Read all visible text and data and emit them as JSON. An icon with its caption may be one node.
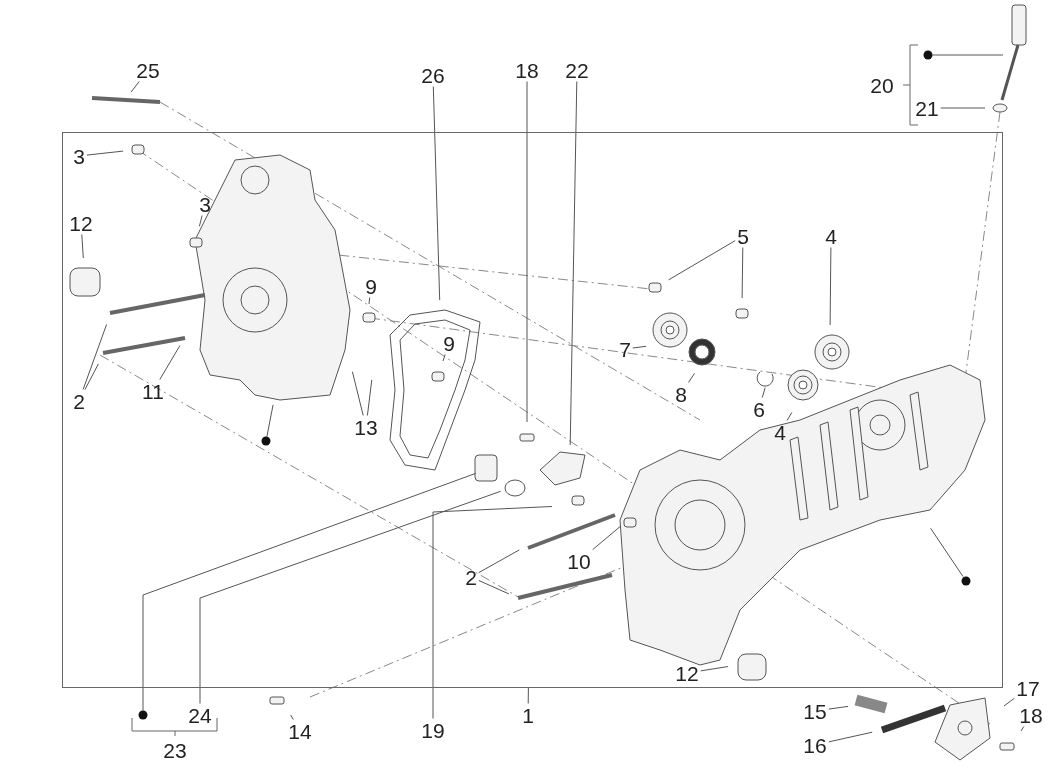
{
  "diagram": {
    "nodes": [
      {
        "text": [],
        "shape": "box"
      },
      {
        "text": [
          "25"
        ]
      },
      {
        "text": [
          "26"
        ]
      },
      {
        "text": [
          "18"
        ]
      },
      {
        "text": [
          "22"
        ]
      },
      {
        "text": [],
        "shape": "circle"
      },
      {
        "text": [
          "21"
        ]
      },
      {
        "text": [
          "3"
        ],
        "in": 0
      },
      {
        "text": [
          "3"
        ],
        "in": 0
      },
      {
        "text": [
          "12"
        ],
        "in": 0
      },
      {
        "text": [
          "5"
        ],
        "in": 0
      },
      {
        "text": [
          "4"
        ],
        "in": 0
      },
      {
        "text": [
          "9"
        ],
        "in": 0
      },
      {
        "text": [
          "9"
        ],
        "in": 0
      },
      {
        "text": [
          "7"
        ],
        "in": 0
      },
      {
        "text": [
          "2"
        ],
        "in": 0
      },
      {
        "text": [
          "11"
        ],
        "in": 0
      },
      {
        "text": [
          "8"
        ],
        "in": 0
      },
      {
        "text": [
          "6"
        ],
        "in": 0
      },
      {
        "text": [
          "4"
        ],
        "in": 0
      },
      {
        "text": [
          "13"
        ],
        "in": 0
      },
      {
        "text": [],
        "shape": "circle",
        "in": 0
      },
      {
        "text": [
          "10"
        ],
        "in": 0
      },
      {
        "text": [
          "2"
        ],
        "in": 0
      },
      {
        "text": [],
        "shape": "circle",
        "in": 0
      },
      {
        "text": [
          "12"
        ],
        "in": 0
      },
      {
        "text": [
          "17"
        ]
      },
      {
        "text": [
          "15"
        ]
      },
      {
        "text": [],
        "shape": "circle"
      },
      {
        "text": [
          "24"
        ]
      },
      {
        "text": [
          "1"
        ]
      },
      {
        "text": [
          "14"
        ]
      },
      {
        "text": [
          "18"
        ]
      },
      {
        "text": [
          "19"
        ]
      },
      {
        "text": [
          "16"
        ]
      }
    ],
    "edges": [
      {
        "from": 1,
        "to": null,
        "arrow": "none"
      },
      {
        "from": 2,
        "to": null,
        "arrow": "none"
      },
      {
        "from": 3,
        "to": null,
        "arrow": "none"
      },
      {
        "from": 4,
        "to": null,
        "arrow": "none"
      },
      {
        "from": 5,
        "to": null,
        "arrow": "none"
      },
      {
        "from": 6,
        "to": null,
        "arrow": "none"
      },
      {
        "from": 7,
        "to": null,
        "arrow": "none"
      },
      {
        "from": 8,
        "to": null,
        "arrow": "none"
      },
      {
        "from": 9,
        "to": null,
        "arrow": "none"
      },
      {
        "from": 10,
        "to": null,
        "arrow": "none"
      },
      {
        "from": 10,
        "to": null,
        "arrow": "none"
      },
      {
        "from": 11,
        "to": null,
        "arrow": "none"
      },
      {
        "from": 12,
        "to": null,
        "arrow": "none"
      },
      {
        "from": 13,
        "to": null,
        "arrow": "none"
      },
      {
        "from": 14,
        "to": null,
        "arrow": "none"
      },
      {
        "from": 15,
        "to": null,
        "arrow": "none"
      },
      {
        "from": 15,
        "to": null,
        "arrow": "none"
      },
      {
        "from": 16,
        "to": null,
        "arrow": "none"
      },
      {
        "from": 17,
        "to": null,
        "arrow": "none"
      },
      {
        "from": 18,
        "to": null,
        "arrow": "none"
      },
      {
        "from": 19,
        "to": null,
        "arrow": "none"
      },
      {
        "from": 20,
        "to": null,
        "arrow": "none"
      },
      {
        "from": 20,
        "to": null,
        "arrow": "none"
      },
      {
        "from": 21,
        "to": null,
        "arrow": "none"
      },
      {
        "from": 22,
        "to": null,
        "arrow": "none"
      },
      {
        "from": 23,
        "to": null,
        "arrow": "none"
      },
      {
        "from": 23,
        "to": null,
        "arrow": "none"
      },
      {
        "from": 24,
        "to": null,
        "arrow": "none"
      },
      {
        "from": 25,
        "to": null,
        "arrow": "none"
      },
      {
        "from": 26,
        "to": null,
        "arrow": "none"
      },
      {
        "from": 27,
        "to": null,
        "arrow": "none"
      },
      {
        "from": 28,
        "to": null,
        "arrow": "none"
      },
      {
        "from": 29,
        "to": null,
        "arrow": "none"
      },
      {
        "from": 30,
        "to": 0,
        "arrow": "none"
      },
      {
        "from": 31,
        "to": null,
        "arrow": "none"
      },
      {
        "from": 32,
        "to": null,
        "arrow": "none"
      },
      {
        "from": 33,
        "to": null,
        "arrow": "none"
      },
      {
        "from": 34,
        "to": null,
        "arrow": "none"
      }
    ],
    "labels": [
      "20",
      "23"
    ]
  }
}
